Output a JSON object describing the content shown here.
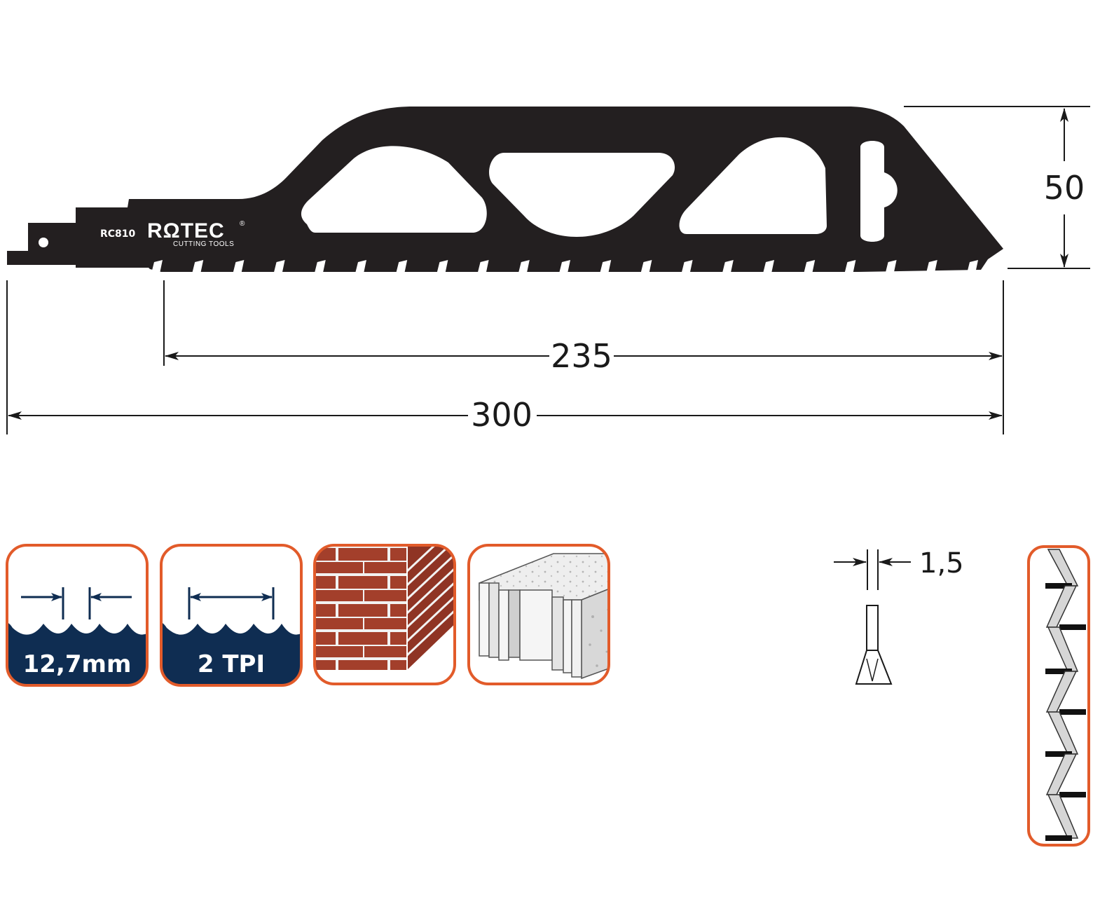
{
  "blade": {
    "code": "RC810",
    "brand": "RΩTEC",
    "brand_sub": "CUTTING TOOLS",
    "registered": "®"
  },
  "dimensions": {
    "height": "50",
    "cutting_length": "235",
    "total_length": "300",
    "thickness": "1,5"
  },
  "icons": {
    "tooth_pitch": {
      "label": "12,7mm",
      "icon": "tooth-pitch-icon"
    },
    "teeth_per_inch": {
      "label": "2 TPI",
      "icon": "tpi-icon"
    },
    "material_brick": {
      "icon": "brick-wall-icon"
    },
    "material_aerated_concrete": {
      "icon": "aerated-concrete-block-icon"
    },
    "tooth_set": {
      "icon": "tooth-set-icon"
    }
  },
  "colors": {
    "blade": "#231f20",
    "frame": "#e25b2a",
    "icon_navy": "#0f2d52",
    "brick": "#a33f2b",
    "mortar": "#f2f2f2"
  }
}
